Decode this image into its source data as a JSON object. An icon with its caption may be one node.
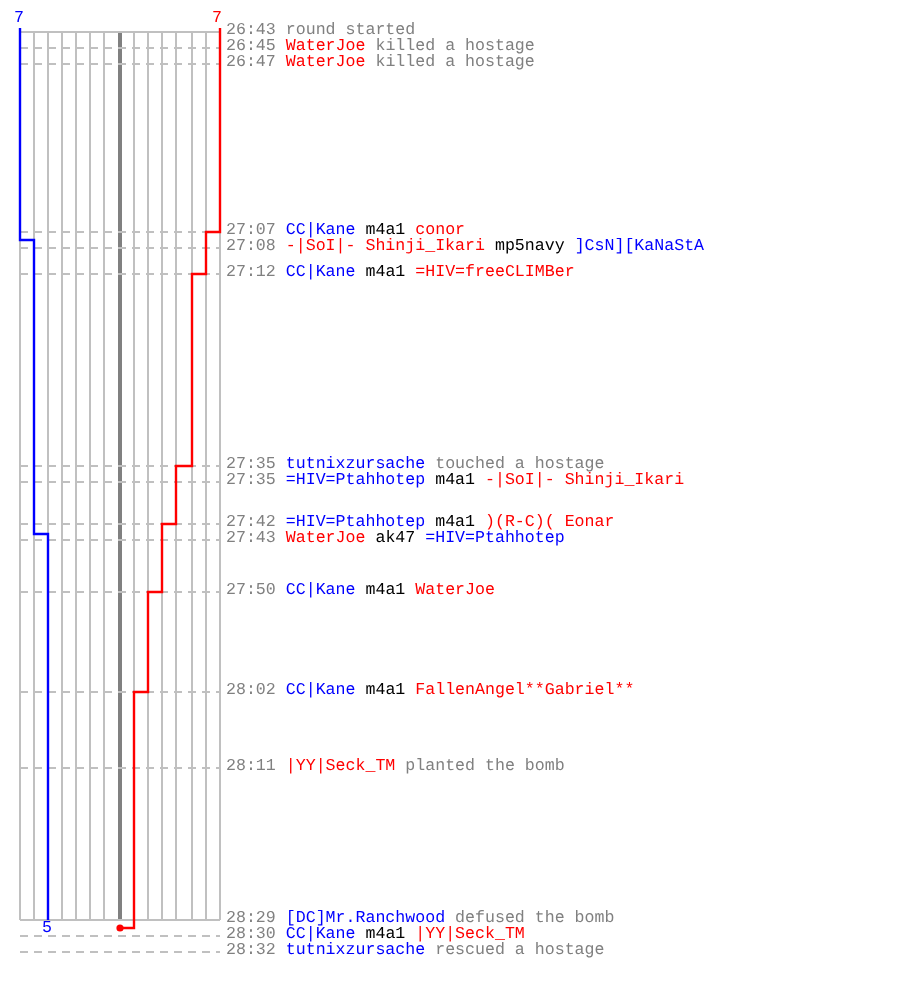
{
  "diagram": {
    "labels": [
      "7",
      "7",
      "26:43",
      "round started",
      "26:45",
      "WaterJoe",
      "killed a hostage",
      "26:47",
      "WaterJoe",
      "killed a hostage",
      "27:07",
      "CC|Kane",
      "m4a1",
      "conor",
      "27:08",
      "-|SoI|- Shinji_Ikari",
      "mp5navy",
      "]CsN][KaNaStA",
      "27:12",
      "CC|Kane",
      "m4a1",
      "=HIV=freeCLIMBer",
      "27:35",
      "tutnixzursache",
      "touched a hostage",
      "27:35",
      "=HIV=Ptahhotep",
      "m4a1",
      "-|SoI|- Shinji_Ikari",
      "27:42",
      "=HIV=Ptahhotep",
      "m4a1",
      ")(R-C)( Eonar",
      "27:43",
      "WaterJoe",
      "ak47",
      "=HIV=Ptahhotep",
      "27:50",
      "CC|Kane",
      "m4a1",
      "WaterJoe",
      "28:02",
      "CC|Kane",
      "m4a1",
      "FallenAngel**Gabriel**",
      "28:11",
      "|YY|Seck_TM",
      "planted the bomb",
      "28:29",
      "[DC]Mr.Ranchwood",
      "defused the bomb",
      "28:30",
      "CC|Kane",
      "m4a1",
      "|YY|Seck_TM",
      "28:32",
      "tutnixzursache",
      "rescued a hostage",
      "5"
    ]
  }
}
